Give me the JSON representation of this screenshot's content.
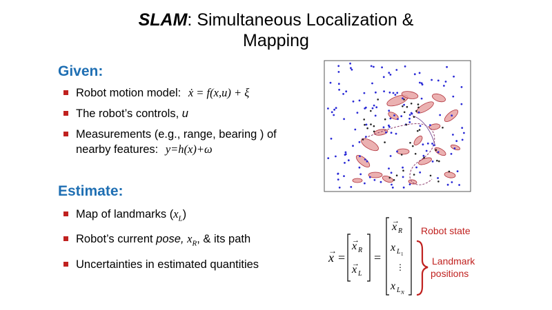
{
  "title": {
    "keyword": "SLAM",
    "rest": ": Simultaneous Localization &",
    "line2": "Mapping"
  },
  "given": {
    "heading": "Given:",
    "items": [
      {
        "label": "Robot motion model:",
        "math": "ẋ = f(x,u) + ξ"
      },
      {
        "label": "The robot’s controls, ",
        "var": "u"
      },
      {
        "label": "Measurements (e.g., range, bearing ) of nearby features:",
        "math": "y=h(x)+ω"
      }
    ]
  },
  "estimate": {
    "heading": "Estimate:",
    "items": [
      {
        "prefix": "Map of landmarks (",
        "var": "x",
        "sub": "L",
        "suffix": ")"
      },
      {
        "prefix": "Robot’s current ",
        "em": "pose,",
        "var": "x",
        "sub": "R",
        "suffix": ", & its path"
      },
      {
        "prefix": "Uncertainties in estimated quantities"
      }
    ]
  },
  "state_vector": {
    "lhs": "x",
    "block": [
      "x_R",
      "x_L"
    ],
    "expanded": [
      "x_R",
      "x_L1",
      "⋮",
      "x_LN"
    ],
    "robot_state_label": "Robot state",
    "landmark_label_1": "Landmark",
    "landmark_label_2": "positions"
  },
  "colors": {
    "heading": "#1f6fb3",
    "bullet": "#c0211f",
    "annotation": "#c0211f",
    "landmark_dots": "#2a2ad6",
    "ellipse_fill": "#e7a3a3",
    "ellipse_stroke": "#b0303a"
  }
}
